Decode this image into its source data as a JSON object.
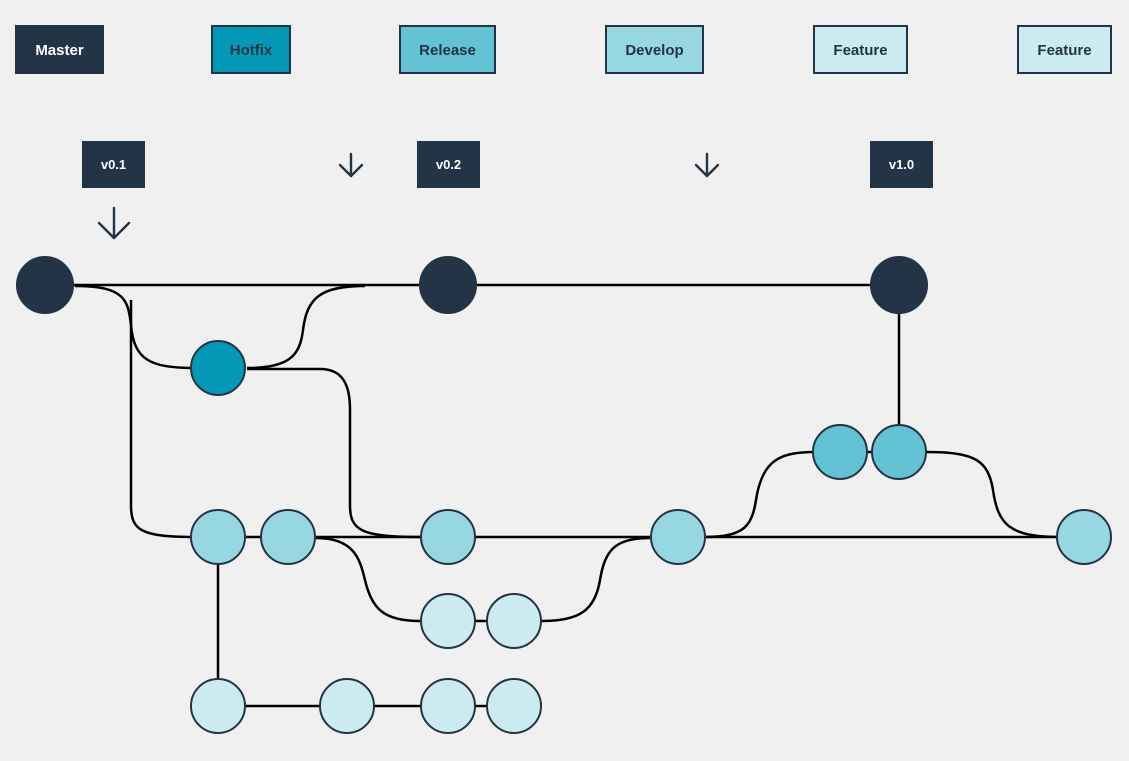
{
  "legend": {
    "items": [
      {
        "label": "Master",
        "fill": "#233447",
        "text_color": "#ffffff"
      },
      {
        "label": "Hotfix",
        "fill": "#0399b6",
        "text_color": "#233447"
      },
      {
        "label": "Release",
        "fill": "#63c2d3",
        "text_color": "#233447"
      },
      {
        "label": "Develop",
        "fill": "#96d7e2",
        "text_color": "#233447"
      },
      {
        "label": "Feature",
        "fill": "#cbebf0",
        "text_color": "#233447"
      },
      {
        "label": "Feature",
        "fill": "#cbebf0",
        "text_color": "#233447"
      }
    ]
  },
  "tags": [
    {
      "label": "v0.1"
    },
    {
      "label": "v0.2"
    },
    {
      "label": "v1.0"
    }
  ],
  "colors": {
    "background": "#f0f0f0",
    "outline": "#233447",
    "line": "#000000",
    "master": "#233447",
    "hotfix": "#0399b6",
    "release": "#63c2d3",
    "develop": "#96d7e2",
    "feature": "#cbebf0"
  },
  "icons": [
    "arrow-down-icon"
  ]
}
